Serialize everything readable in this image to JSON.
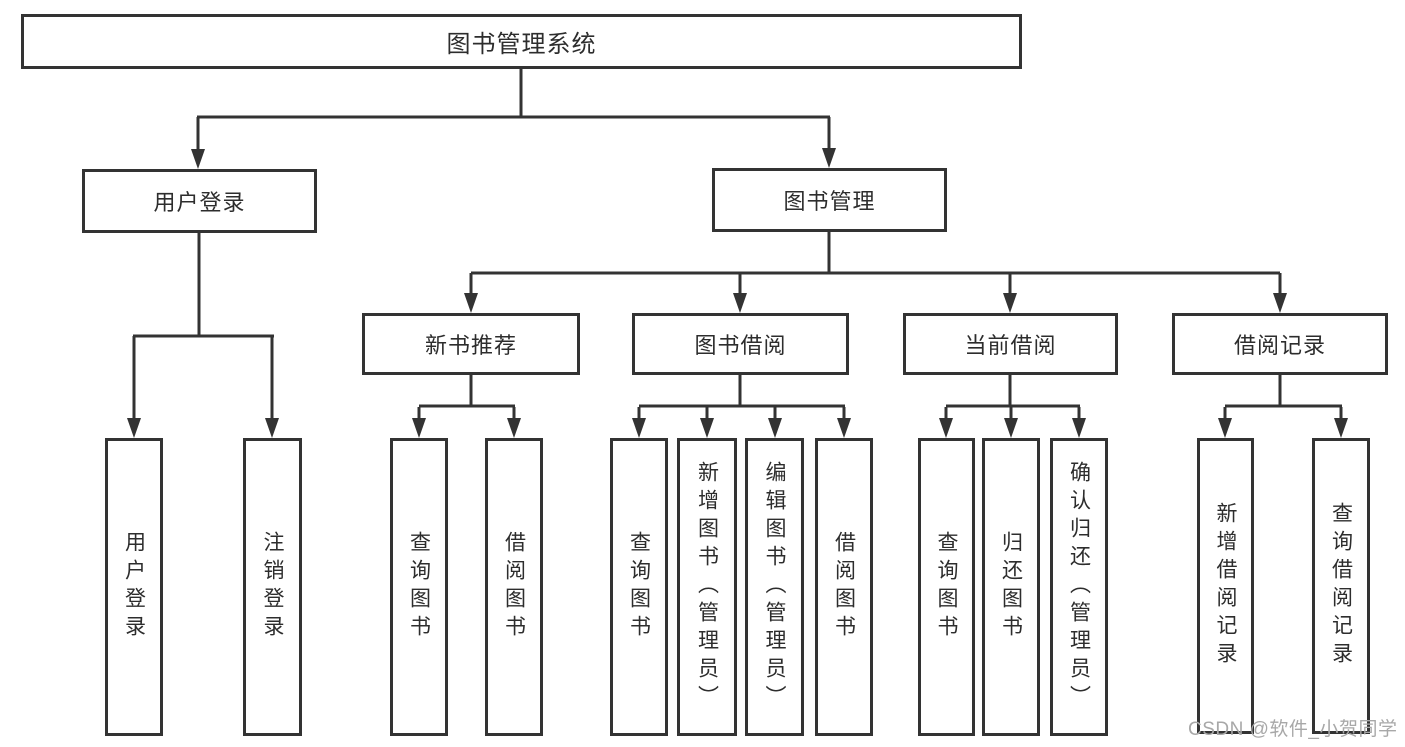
{
  "diagram": {
    "root": {
      "label": "图书管理系统"
    },
    "level2": [
      {
        "label": "用户登录"
      },
      {
        "label": "图书管理"
      }
    ],
    "level3": [
      {
        "label": "新书推荐"
      },
      {
        "label": "图书借阅"
      },
      {
        "label": "当前借阅"
      },
      {
        "label": "借阅记录"
      }
    ],
    "leaves": [
      {
        "label": "用户登录"
      },
      {
        "label": "注销登录"
      },
      {
        "label": "查询图书"
      },
      {
        "label": "借阅图书"
      },
      {
        "label": "查询图书"
      },
      {
        "label": "新增图书（管理员）"
      },
      {
        "label": "编辑图书（管理员）"
      },
      {
        "label": "借阅图书"
      },
      {
        "label": "查询图书"
      },
      {
        "label": "归还图书"
      },
      {
        "label": "确认归还（管理员）"
      },
      {
        "label": "新增借阅记录"
      },
      {
        "label": "查询借阅记录"
      }
    ]
  },
  "watermark": "CSDN @软件_小贺同学",
  "colors": {
    "line": "#333333",
    "text": "#2d2d2d",
    "box_background": "#ffffff",
    "watermark": "#a8a8a8"
  }
}
